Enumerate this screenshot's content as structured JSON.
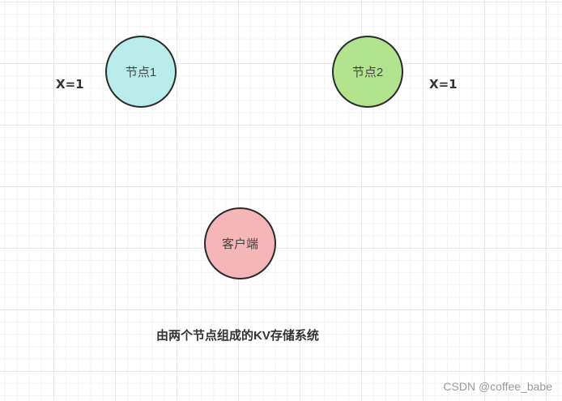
{
  "nodes": [
    {
      "label": "节点1",
      "color": "#b9ebeb"
    },
    {
      "label": "节点2",
      "color": "#b2e38f"
    }
  ],
  "client": {
    "label": "客户端",
    "color": "#f4b6b6"
  },
  "values": [
    "X=1",
    "X=1"
  ],
  "caption": "由两个节点组成的KV存储系统",
  "watermark": "CSDN @coffee_babe"
}
